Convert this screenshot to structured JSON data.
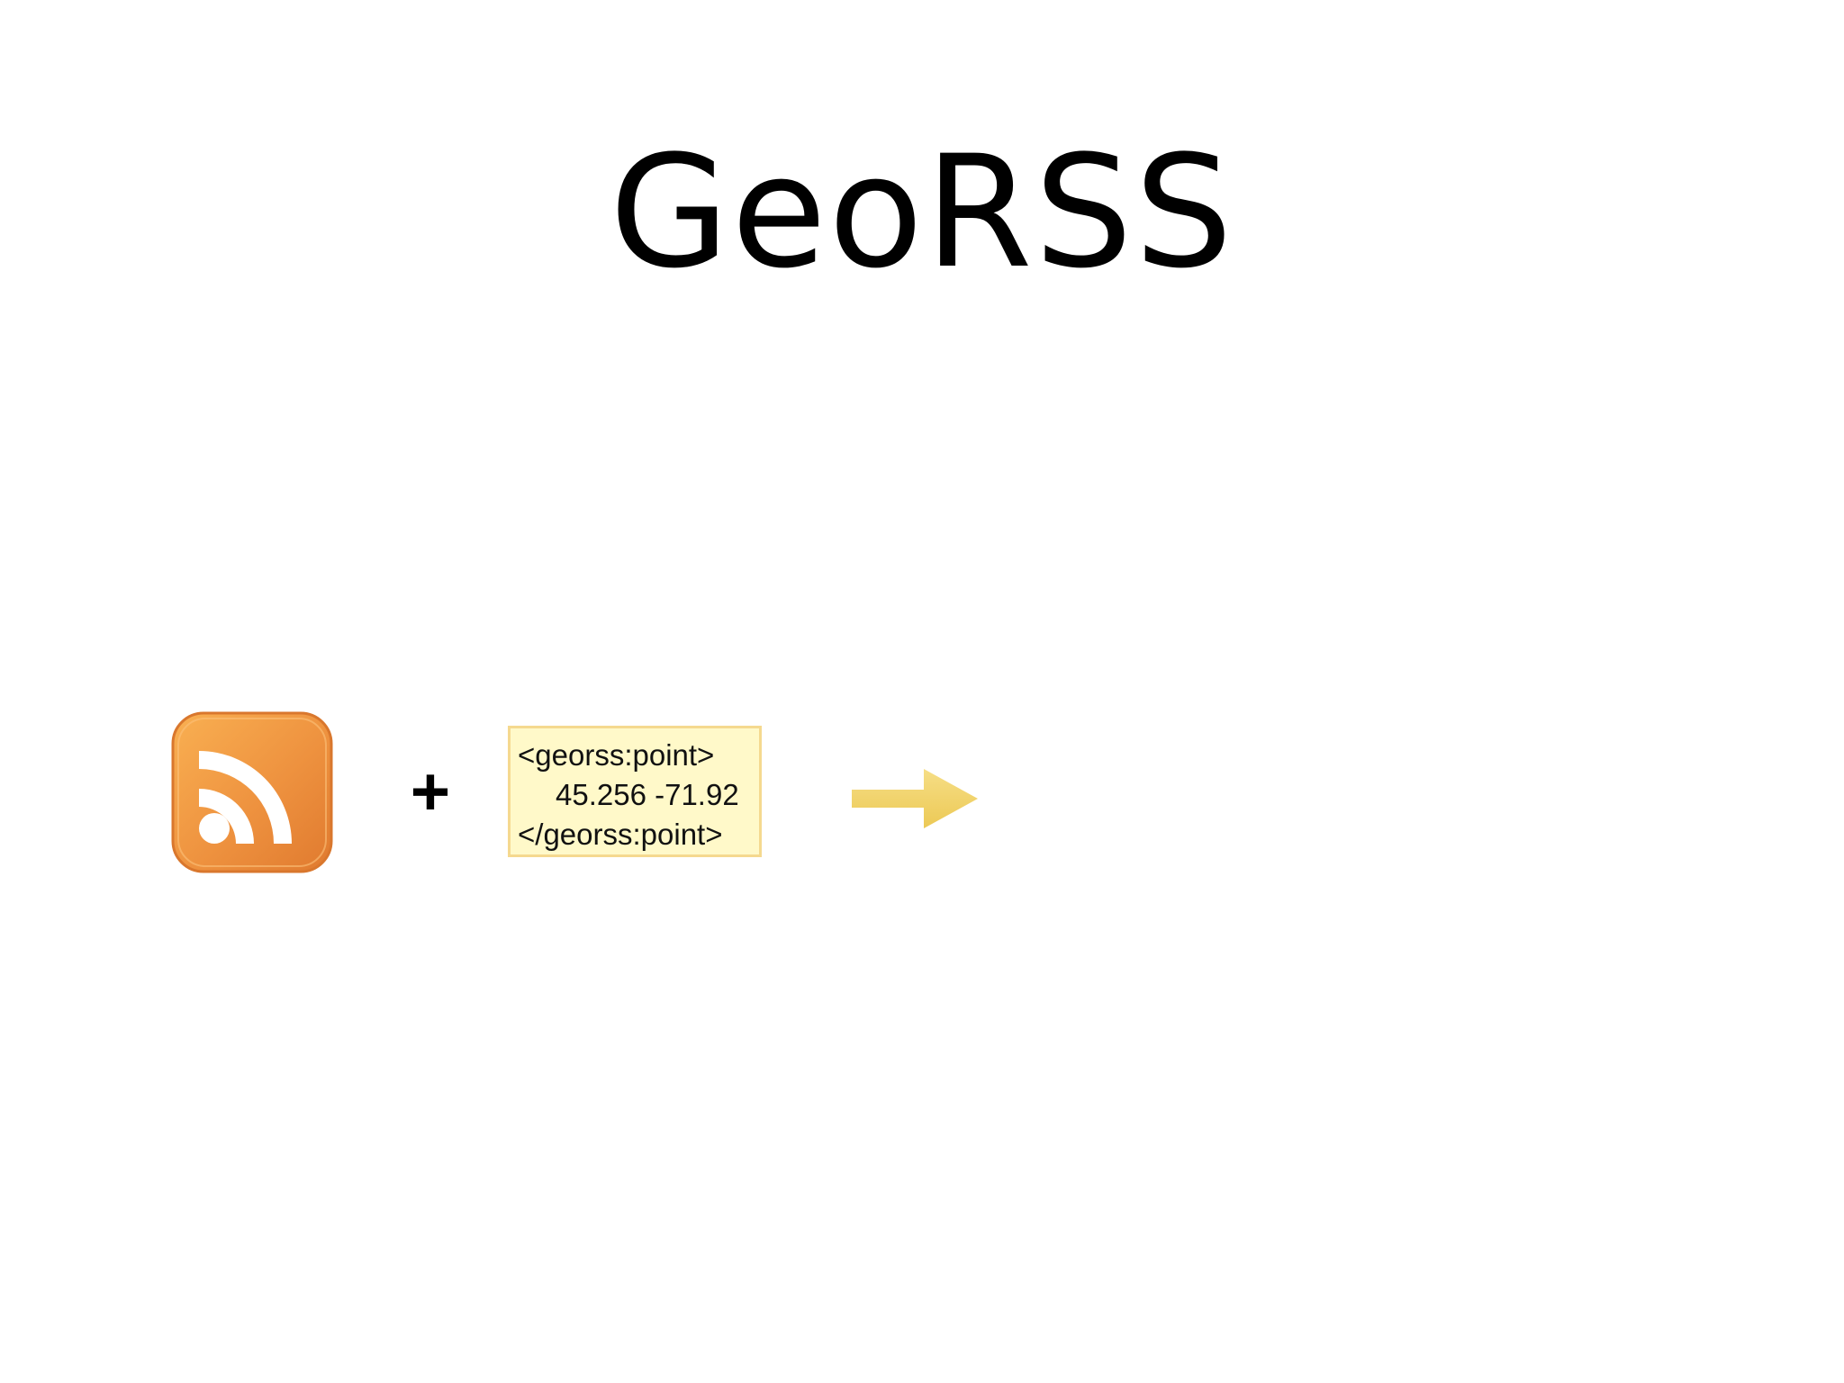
{
  "slide": {
    "title": "GeoRSS",
    "plus_symbol": "+",
    "code_snippet": {
      "open_tag": "<georss:point>",
      "coordinates": "45.256 -71.92",
      "close_tag": "</georss:point>"
    },
    "icons": {
      "feed": "rss-feed-icon",
      "arrow": "arrow-right-icon"
    },
    "colors": {
      "rss_orange": "#e8863a",
      "rss_orange_light": "#f7aa4c",
      "code_box_fill": "#fff9c9",
      "code_box_border": "#f5d98f",
      "arrow_yellow": "#f2d06a"
    }
  }
}
